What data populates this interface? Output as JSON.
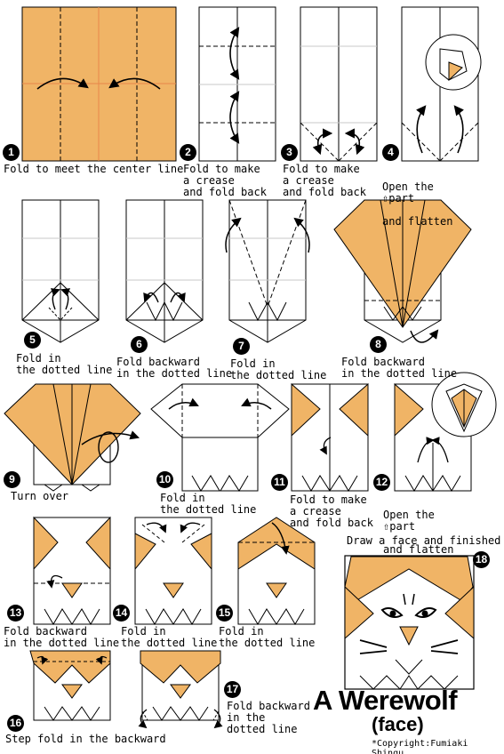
{
  "title": "A Werewolf",
  "subtitle": "(face)",
  "copyright": "*Copyright:Fumiaki Shingu",
  "colors": {
    "paper": "#f0b466",
    "outline": "#000000",
    "crease": "#c8c8c8"
  },
  "steps": [
    {
      "number": "1",
      "caption": "Fold to meet the center line"
    },
    {
      "number": "2",
      "caption": "Fold to make\na crease\nand fold back"
    },
    {
      "number": "3",
      "caption": "Fold to make\na crease\nand fold back"
    },
    {
      "number": "4",
      "caption_open": "Open the",
      "caption_part": "part",
      "caption_end": "and flatten"
    },
    {
      "number": "5",
      "caption": "Fold in\nthe dotted line"
    },
    {
      "number": "6",
      "caption": "Fold backward\nin the dotted line"
    },
    {
      "number": "7",
      "caption": "Fold in\nthe dotted line"
    },
    {
      "number": "8",
      "caption": "Fold backward\nin the dotted line"
    },
    {
      "number": "9",
      "caption": "Turn over"
    },
    {
      "number": "10",
      "caption": "Fold in\nthe dotted line"
    },
    {
      "number": "11",
      "caption": "Fold to make\na crease\nand fold back"
    },
    {
      "number": "12",
      "caption_open": "Open the",
      "caption_part": "part",
      "caption_end": "and flatten"
    },
    {
      "number": "13",
      "caption": "Fold backward\nin the dotted line"
    },
    {
      "number": "14",
      "caption": "Fold in\nthe dotted line"
    },
    {
      "number": "15",
      "caption": "Fold in\nthe dotted line"
    },
    {
      "number": "16",
      "caption": "Step fold in the backward"
    },
    {
      "number": "17",
      "caption": "Fold backward\nin the\ndotted line"
    },
    {
      "number": "18",
      "caption": "Draw a face and finished"
    }
  ]
}
